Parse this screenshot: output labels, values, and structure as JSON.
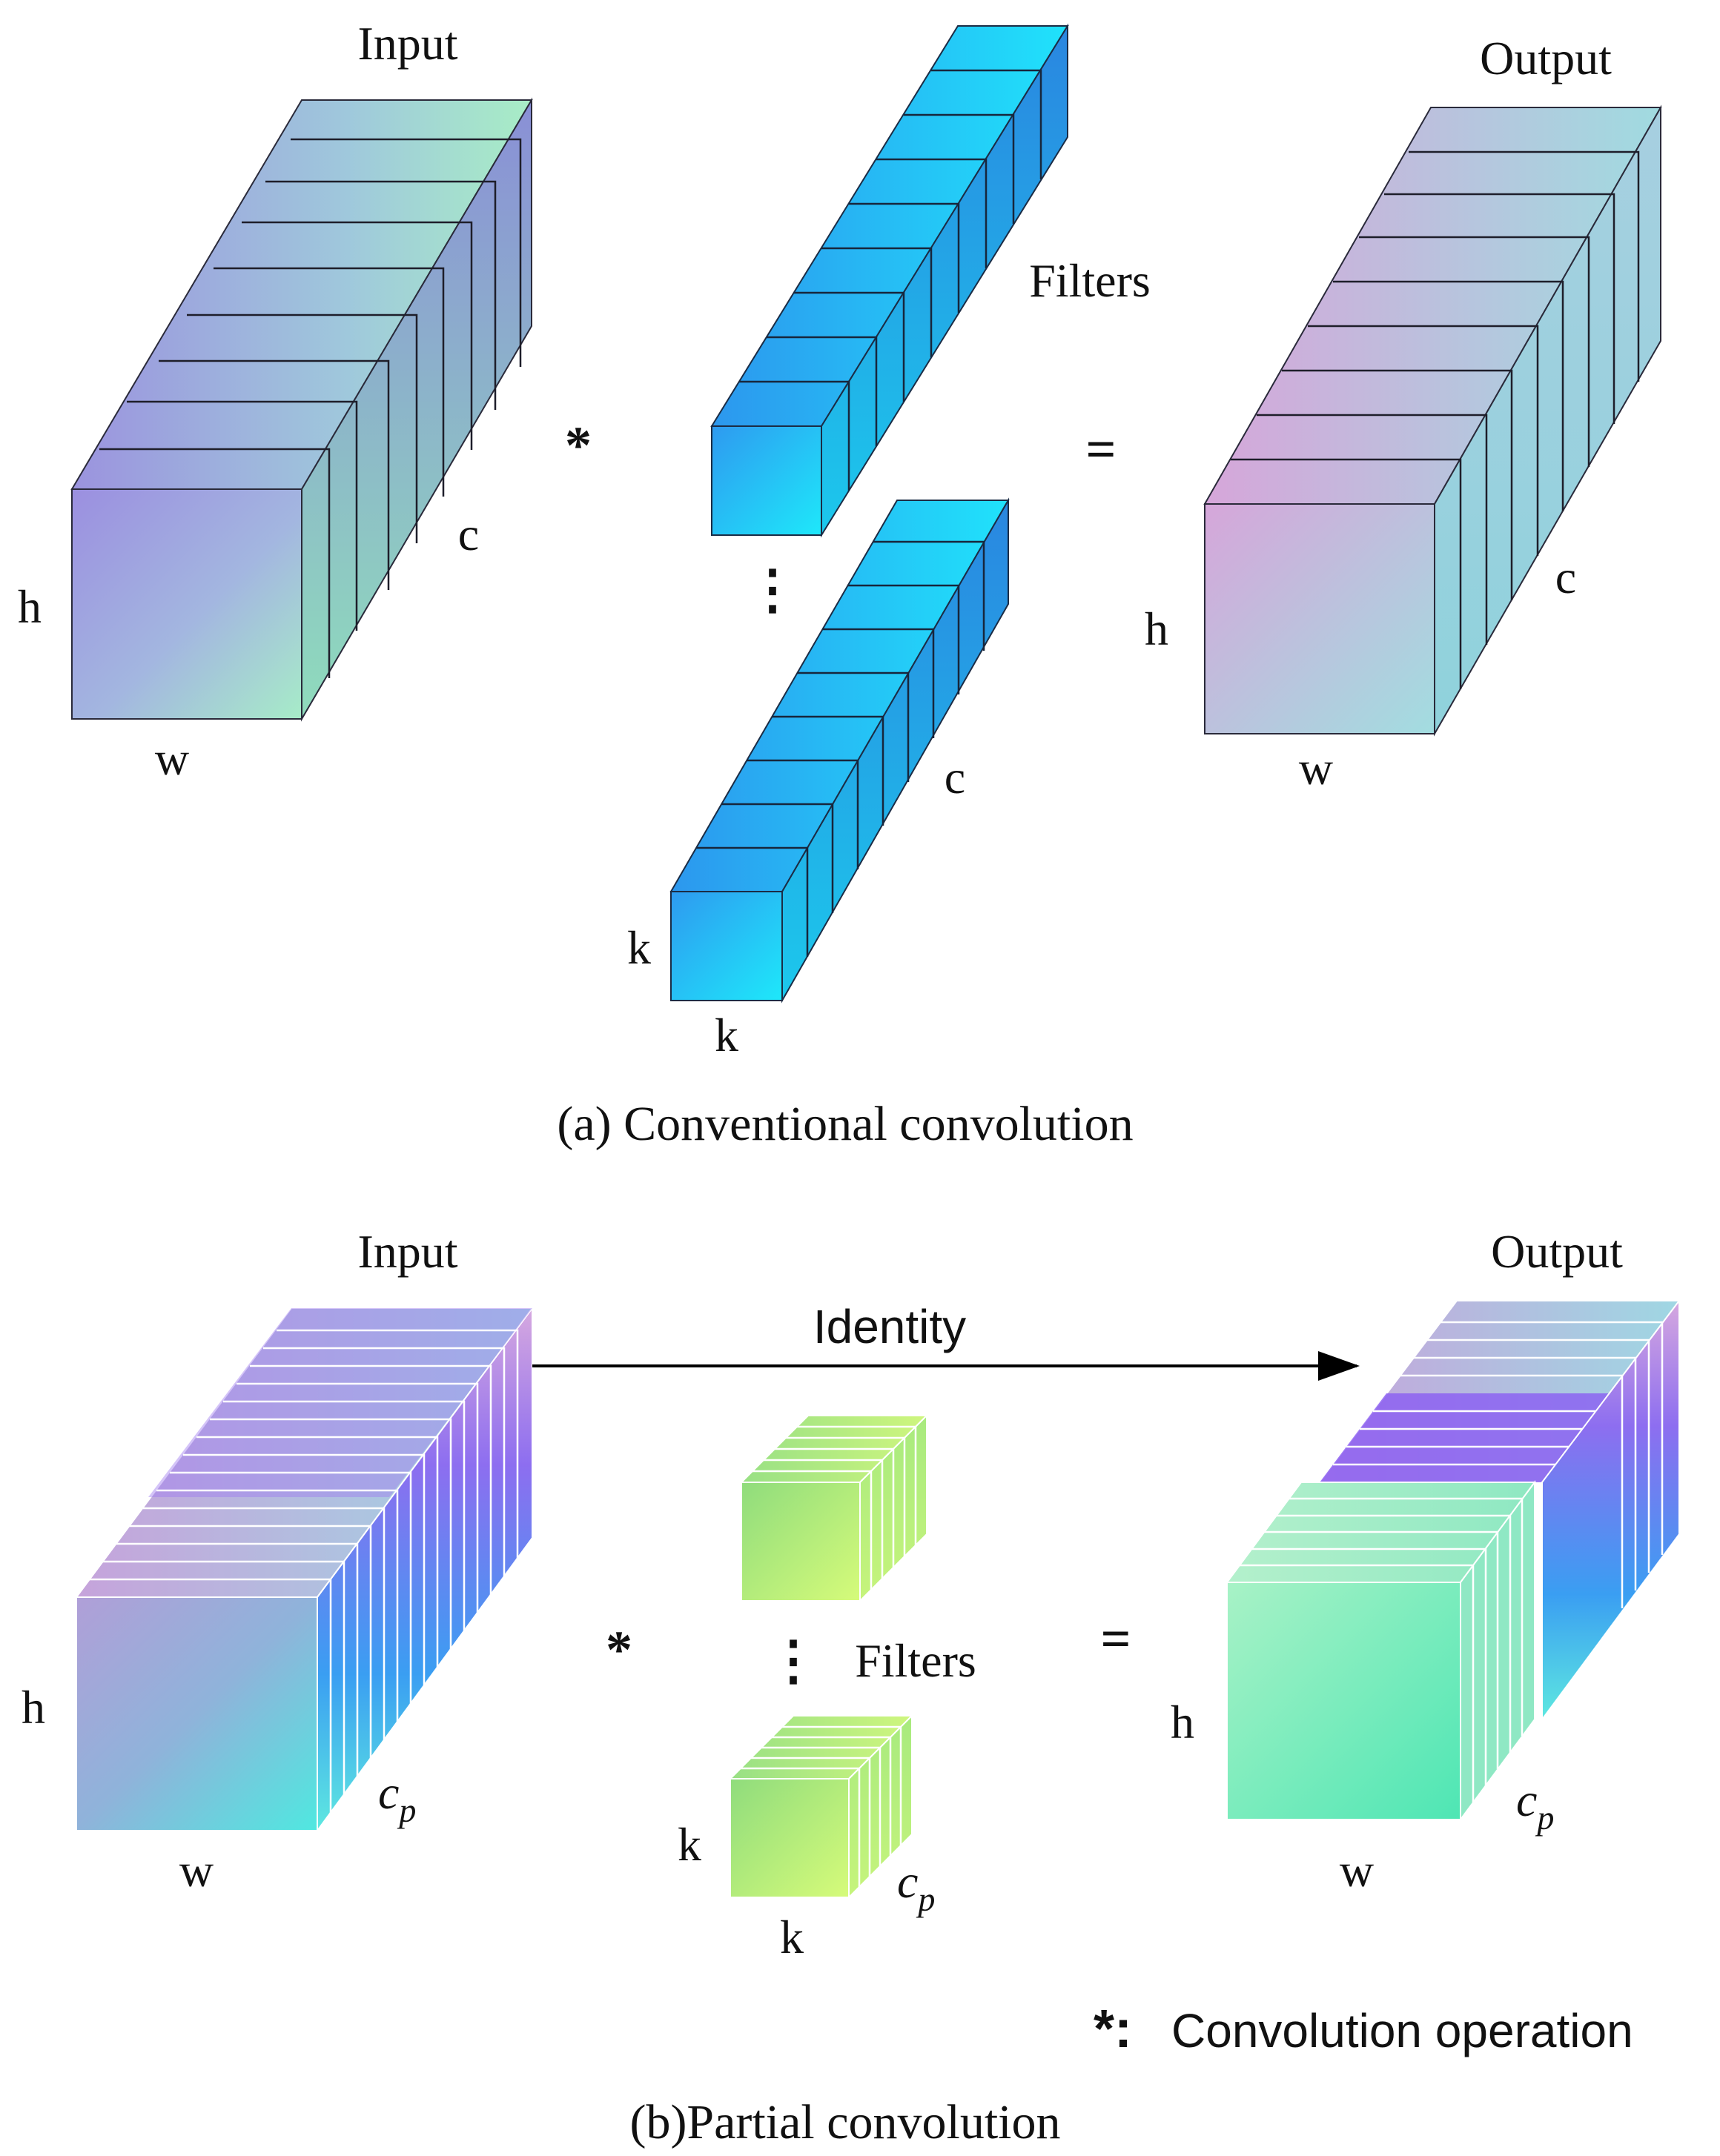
{
  "panel_a": {
    "input_label": "Input",
    "filters_label": "Filters",
    "output_label": "Output",
    "caption": "(a) Conventional convolution",
    "input_dims": {
      "h": "h",
      "w": "w",
      "c": "c"
    },
    "filter_dims": {
      "k_side": "k",
      "k_bottom": "k",
      "c": "c"
    },
    "output_dims": {
      "h": "h",
      "w": "w",
      "c": "c"
    },
    "op_symbol": "*",
    "equals_symbol": "=",
    "ellipsis": "⋮"
  },
  "panel_b": {
    "input_label": "Input",
    "output_label": "Output",
    "identity_label": "Identity",
    "filters_label": "Filters",
    "caption": "(b)Partial convolution",
    "input_dims": {
      "h": "h",
      "w": "w",
      "c": "c",
      "sub": "p"
    },
    "filter_dims": {
      "k_side": "k",
      "k_bottom": "k",
      "c": "c",
      "sub": "p"
    },
    "output_dims": {
      "h": "h",
      "w": "w",
      "c": "c",
      "sub": "p"
    },
    "op_symbol": "*",
    "equals_symbol": "=",
    "ellipsis": "⋮"
  },
  "legend": {
    "symbol": "*:",
    "text": "Convolution operation"
  }
}
